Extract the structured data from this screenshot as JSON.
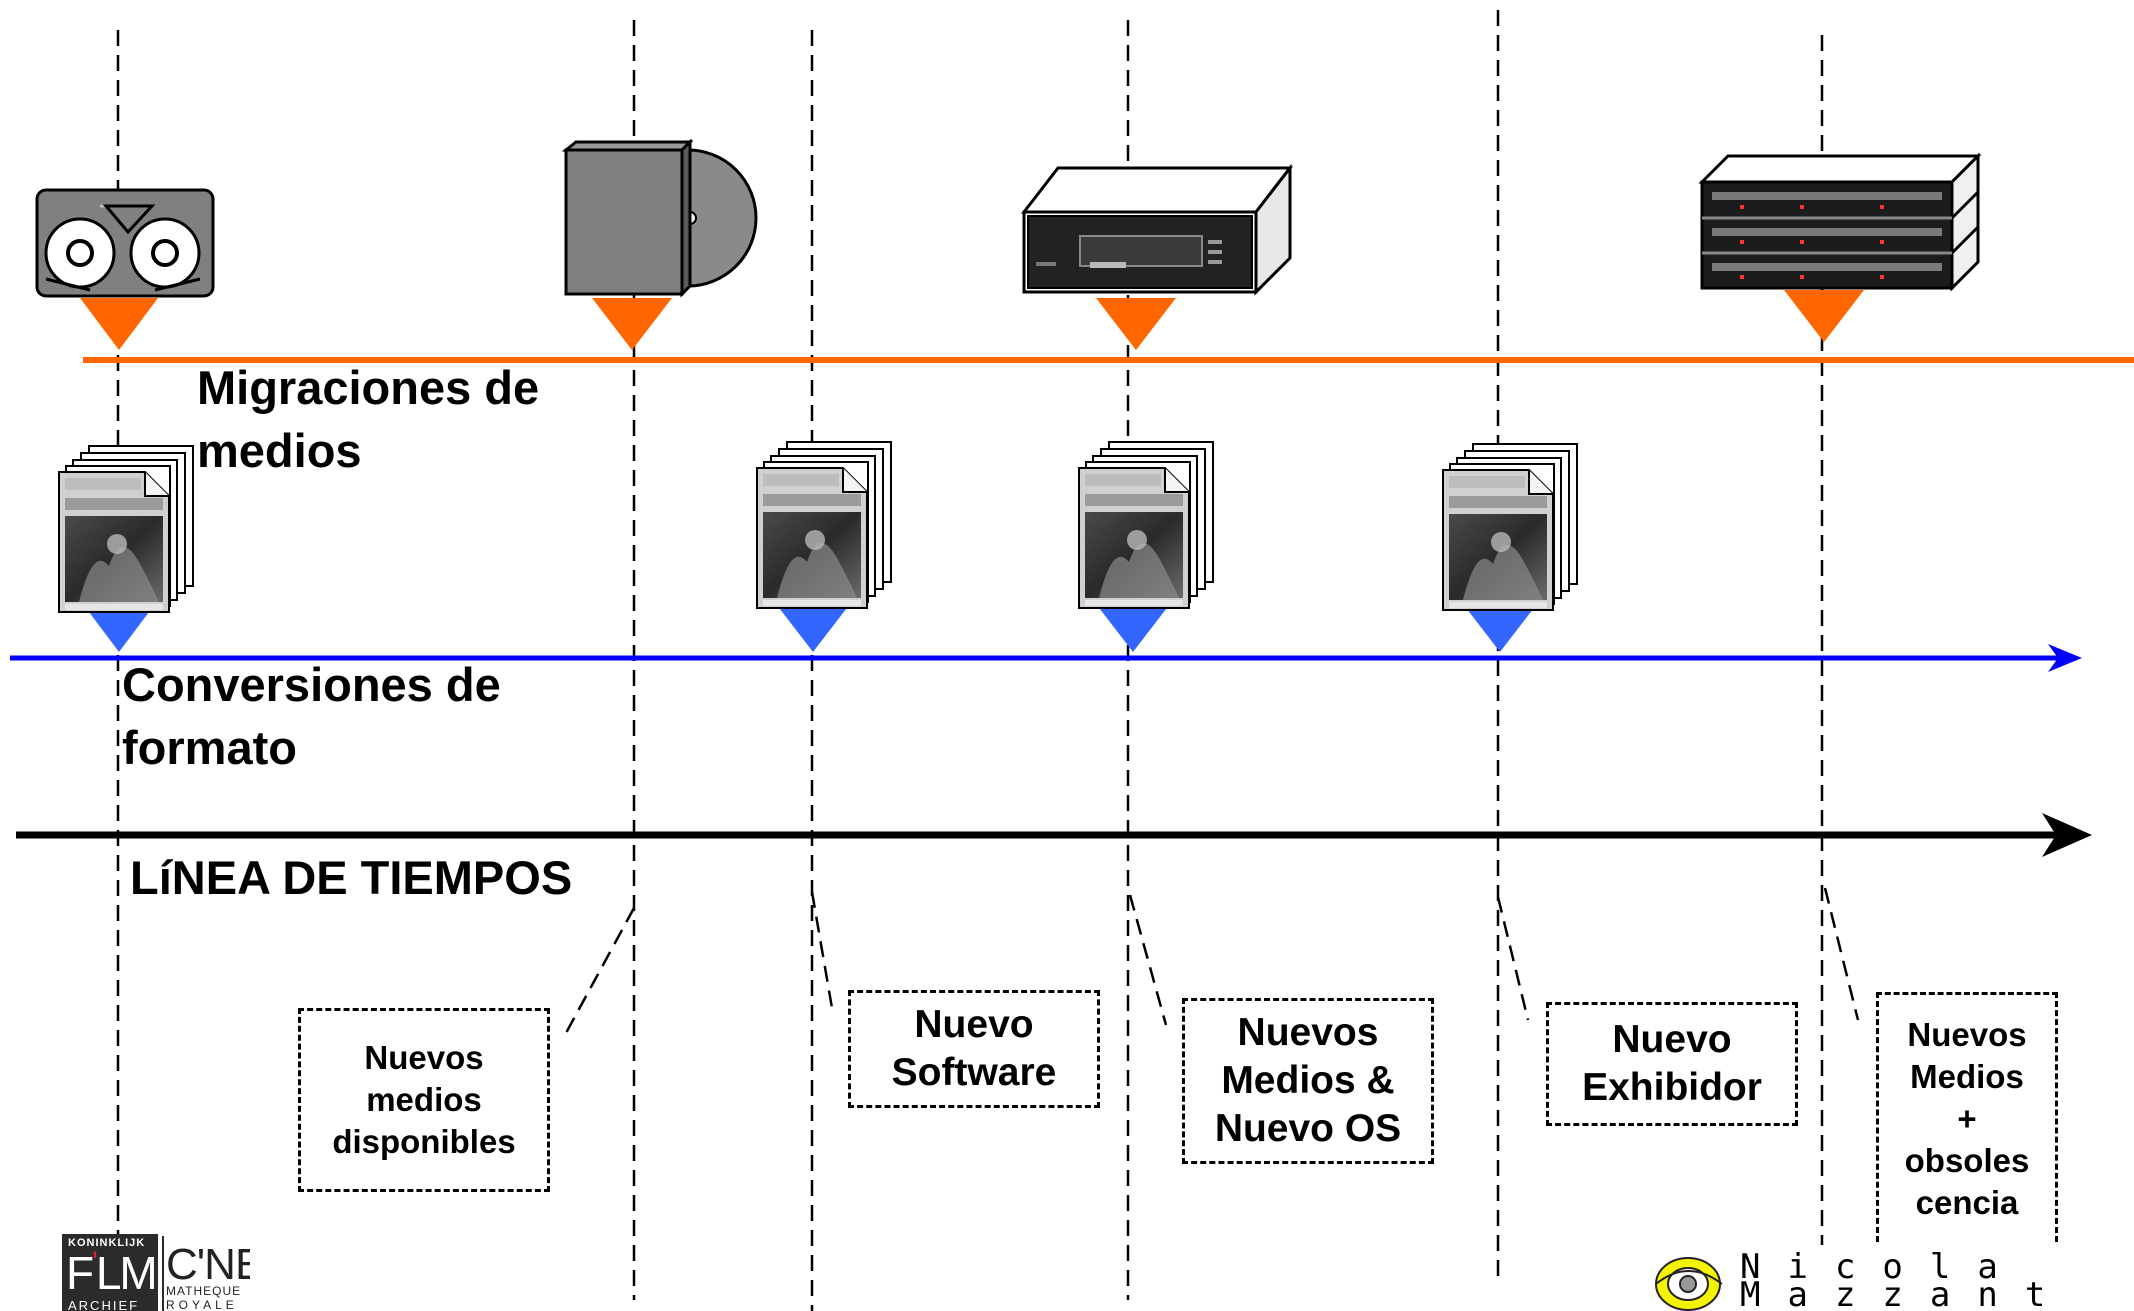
{
  "tracks": {
    "media_migrations": {
      "label": "Migraciones de medios",
      "line_1": "Migraciones de",
      "line_2": "medios",
      "color": "#ff6600"
    },
    "format_conversions": {
      "label": "Conversiones de formato",
      "line_1": "Conversiones de",
      "line_2": "formato",
      "color": "#0000ff"
    },
    "timeline": {
      "label": "LíNEA DE TIEMPOS",
      "color": "#000000"
    }
  },
  "media_icons": [
    "tape-cassette-icon",
    "cd-case-icon",
    "tape-drive-icon",
    "server-rack-icon"
  ],
  "file_icons": [
    "image-files-icon",
    "image-files-icon",
    "image-files-icon",
    "image-files-icon"
  ],
  "events": [
    {
      "id": "nuevos-medios-disponibles",
      "lines": [
        "Nuevos",
        "medios",
        "disponibles"
      ]
    },
    {
      "id": "nuevo-software",
      "lines": [
        "Nuevo",
        "Software"
      ]
    },
    {
      "id": "nuevos-medios-nuevo-os",
      "lines": [
        "Nuevos",
        "Medios &",
        "Nuevo OS"
      ]
    },
    {
      "id": "nuevo-exhibidor",
      "lines": [
        "Nuevo",
        "Exhibidor"
      ]
    },
    {
      "id": "nuevos-medios-obsolescencia",
      "lines": [
        "Nuevos",
        "Medios",
        "+",
        "obsoles",
        "cencia"
      ]
    }
  ],
  "logos": {
    "film_archive": {
      "top": "KONINKLIJK",
      "left": "F",
      "left2": "LM",
      "right": "C'NE",
      "sub1": "MATHEQUE",
      "bottom_left": "ARCHIEF",
      "bottom_right": "ROYALE"
    },
    "author": {
      "line_1": "Nicola",
      "line_2": "Mazzanti"
    }
  }
}
